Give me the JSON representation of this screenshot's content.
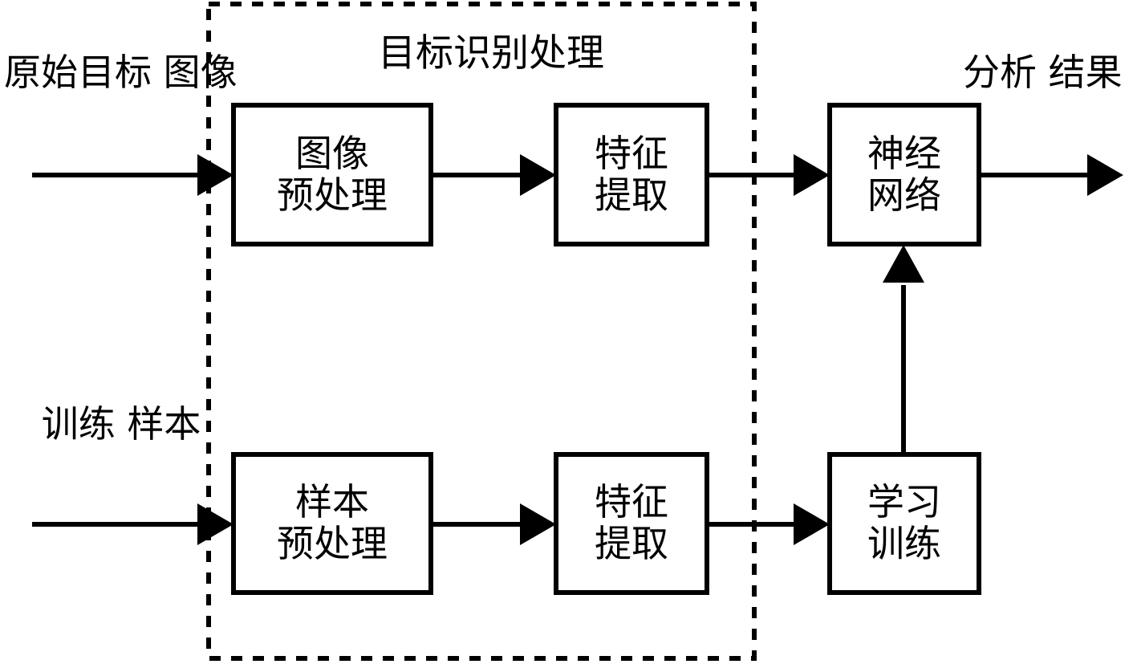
{
  "diagram": {
    "title": "目标识别处理",
    "group_border_style": "dashed",
    "stroke_color": "#000000",
    "background_color": "#ffffff",
    "inputs": {
      "top": "原始目标\n图像",
      "top_line1": "原始目标",
      "top_line2": "图像",
      "bottom_line1": "训练",
      "bottom_line2": "样本"
    },
    "output": {
      "line1": "分析",
      "line2": "结果"
    },
    "boxes": [
      {
        "id": "image-preprocess",
        "line1": "图像",
        "line2": "预处理"
      },
      {
        "id": "feature-extract-top",
        "line1": "特征",
        "line2": "提取"
      },
      {
        "id": "neural-network",
        "line1": "神经",
        "line2": "网络"
      },
      {
        "id": "sample-preprocess",
        "line1": "样本",
        "line2": "预处理"
      },
      {
        "id": "feature-extract-bottom",
        "line1": "特征",
        "line2": "提取"
      },
      {
        "id": "learning-training",
        "line1": "学习",
        "line2": "训练"
      }
    ],
    "connections": [
      {
        "from": "raw-image-input",
        "to": "image-preprocess"
      },
      {
        "from": "image-preprocess",
        "to": "feature-extract-top"
      },
      {
        "from": "feature-extract-top",
        "to": "neural-network"
      },
      {
        "from": "neural-network",
        "to": "analysis-result-output"
      },
      {
        "from": "training-sample-input",
        "to": "sample-preprocess"
      },
      {
        "from": "sample-preprocess",
        "to": "feature-extract-bottom"
      },
      {
        "from": "feature-extract-bottom",
        "to": "learning-training"
      },
      {
        "from": "learning-training",
        "to": "neural-network"
      }
    ]
  }
}
